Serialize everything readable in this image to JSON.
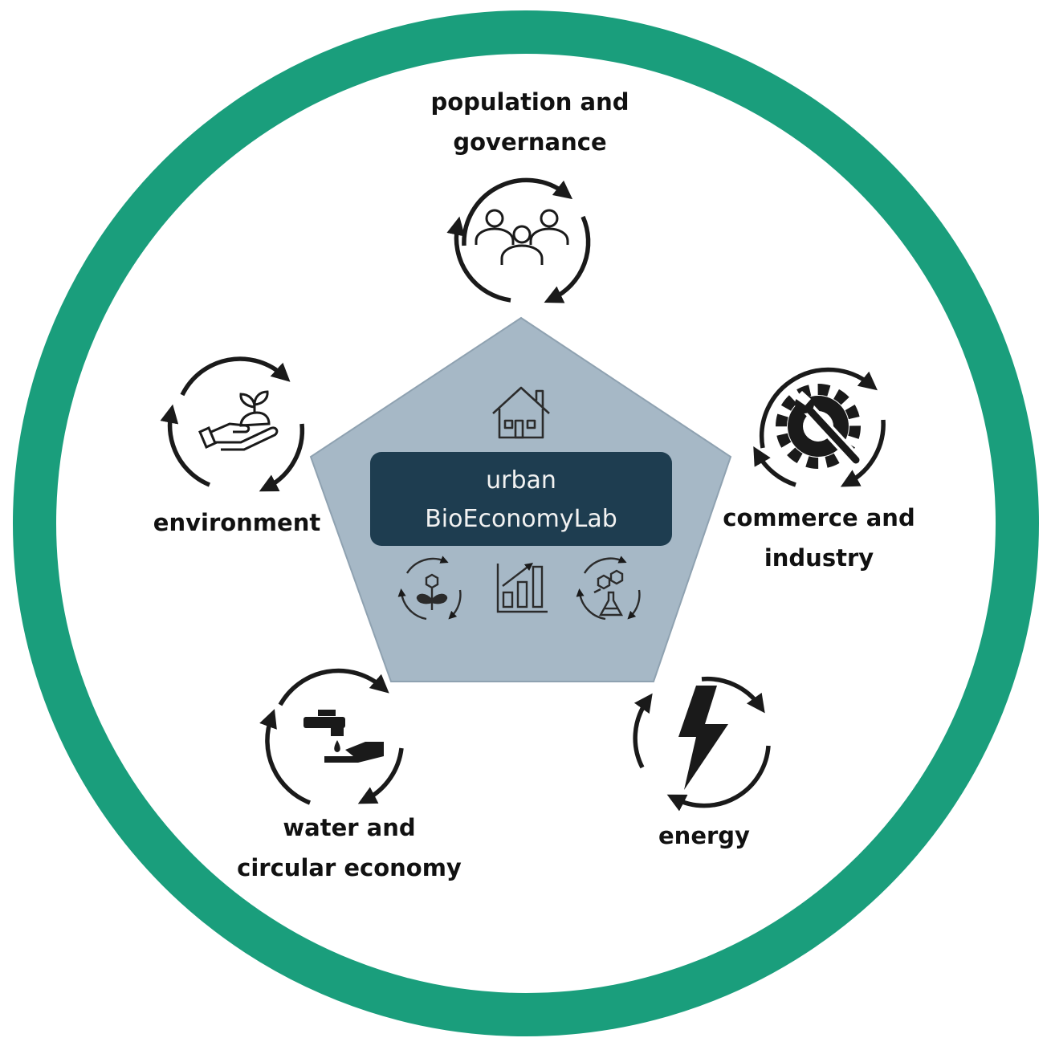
{
  "colors": {
    "ring": "#1a9e7c",
    "pentagon_fill": "#a6b8c6",
    "pentagon_stroke": "#8fa2b1",
    "center_box": "#1e3d50",
    "icon": "#1a1a1a"
  },
  "center": {
    "line1": "urban",
    "line2": "BioEconomyLab",
    "icons": [
      "house-icon",
      "flower-cycle-icon",
      "growth-chart-icon",
      "lab-flask-cycle-icon"
    ]
  },
  "sectors": [
    {
      "id": "population",
      "line1": "population and",
      "line2": "governance",
      "icon": "people-group-icon"
    },
    {
      "id": "commerce",
      "line1": "commerce and",
      "line2": "industry",
      "icon": "gear-wrench-icon"
    },
    {
      "id": "energy",
      "line1": "energy",
      "icon": "lightning-bolt-icon"
    },
    {
      "id": "water",
      "line1": "water and",
      "line2": "circular economy",
      "icon": "water-tap-hand-icon"
    },
    {
      "id": "environment",
      "line1": "environment",
      "icon": "plant-in-hand-icon"
    }
  ]
}
